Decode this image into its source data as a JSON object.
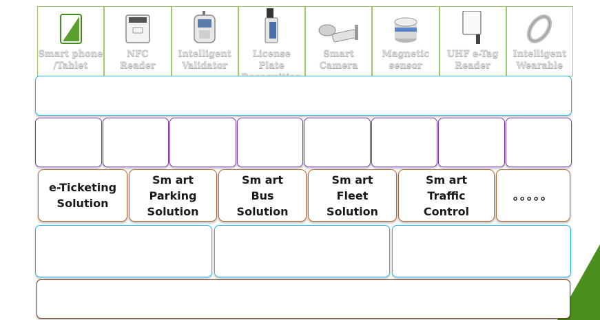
{
  "devices": [
    {
      "label": "Smart phone\n/Tablet",
      "icon": "smartphone-icon"
    },
    {
      "label": "NFC\nReader",
      "icon": "nfc-reader-icon"
    },
    {
      "label": "Intelligent\nValidator",
      "icon": "validator-icon"
    },
    {
      "label": "License Plate\nRecognition",
      "icon": "license-plate-camera-icon"
    },
    {
      "label": "Smart\nCamera",
      "icon": "camera-icon"
    },
    {
      "label": "Magnetic\nsensor",
      "icon": "magnetic-sensor-icon"
    },
    {
      "label": "UHF e-Tag\nReader",
      "icon": "uhf-reader-icon"
    },
    {
      "label": "Intelligent\nWearable",
      "icon": "wearable-icon"
    }
  ],
  "solutions": [
    {
      "label": "e-Ticketing\nSolution"
    },
    {
      "label": "Sm art\nParking\nSolution"
    },
    {
      "label": "Sm art\nBus\nSolution"
    },
    {
      "label": "Sm art\nFleet\nSolution"
    },
    {
      "label": "Sm art\nTraffic\nControl"
    },
    {
      "label": "。。。。。"
    }
  ],
  "colors": {
    "device_border": "#9ccc65",
    "blue_layer": "#29b6f6",
    "purple_layer": "#7b3fb0",
    "solution_border": "#b7652e",
    "bottom_layer": "#6d3b1a",
    "corner_accent": "#4b8f1f"
  }
}
